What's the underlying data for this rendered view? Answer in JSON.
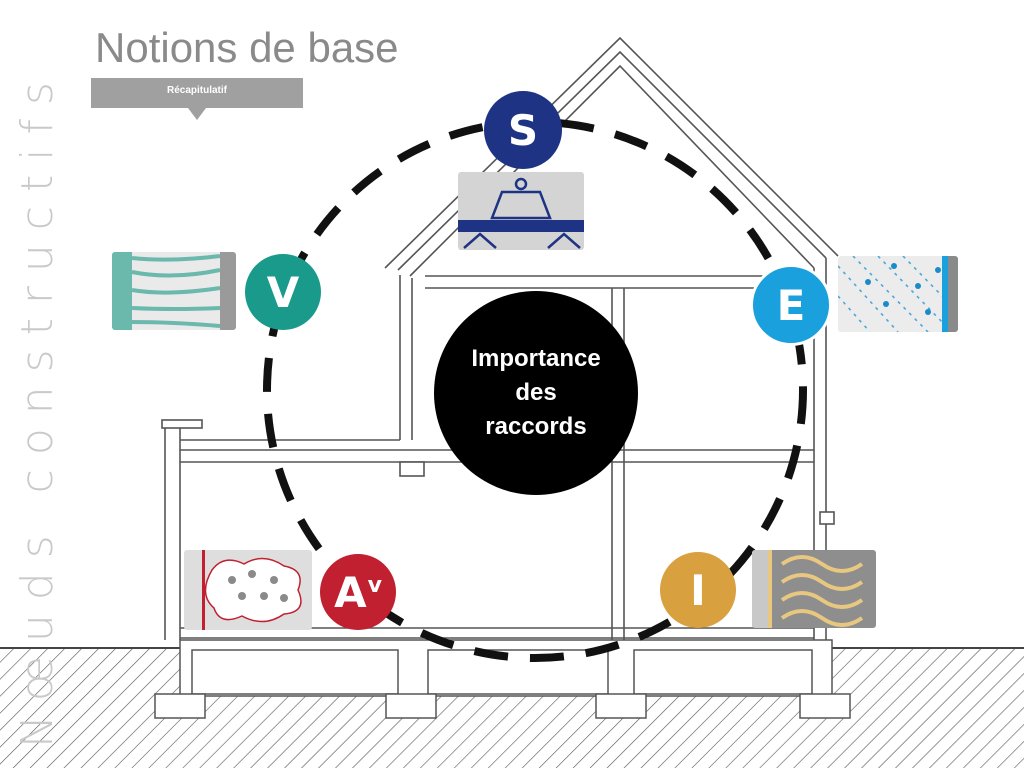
{
  "page": {
    "title": "Notions de base",
    "tag": "Récapitulatif",
    "side_text": "Nœuds constructifs"
  },
  "center": {
    "text": "Importance\ndes\nraccords"
  },
  "badges": {
    "s": {
      "letter": "S",
      "color": "#1e3384"
    },
    "v": {
      "letter": "V",
      "color": "#1a9a8a"
    },
    "e": {
      "letter": "E",
      "color": "#1aa0dc"
    },
    "av": {
      "letter": "A",
      "sup": "v",
      "color": "#c0202f"
    },
    "i": {
      "letter": "I",
      "color": "#d9a040"
    }
  },
  "icons": {
    "s": "weight-on-structure-icon",
    "v": "wind-icon",
    "e": "rain-icon",
    "av": "vapor-cloud-icon",
    "i": "insulation-icon"
  }
}
